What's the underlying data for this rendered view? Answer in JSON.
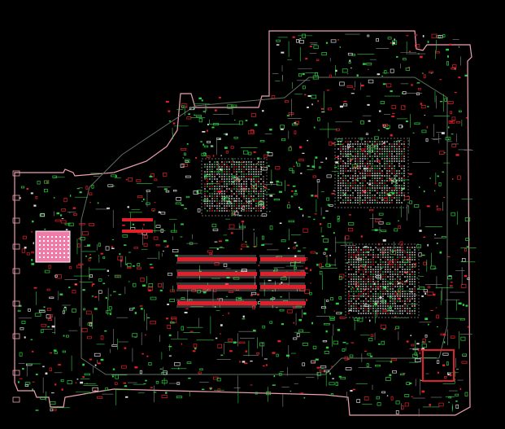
{
  "viewer": {
    "background": "#000000",
    "outline_color": "#f0a0b0",
    "trace_red": "#e0202a",
    "trace_green": "#2ecc40",
    "trace_white": "#d8d8d8",
    "pad_pink": "#f07aa8"
  },
  "layers": {
    "board_outline": "board-outline",
    "chip_a": "bga-chip-a",
    "chip_b": "bga-chip-b",
    "chip_c": "bga-chip-c",
    "memory_slots": "dimm-slots",
    "connector": "pink-connector"
  }
}
